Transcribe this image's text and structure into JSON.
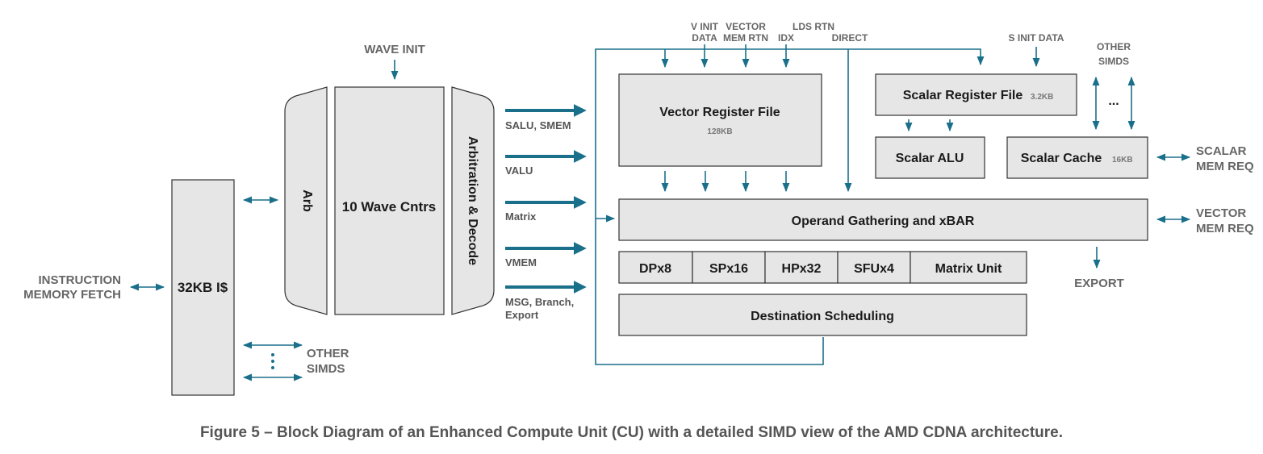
{
  "blocks": {
    "icache": "32KB I$",
    "arb": "Arb",
    "wave_cntrs": "10 Wave Cntrs",
    "arb_decode": "Arbitration & Decode",
    "vrf": "Vector Register File",
    "vrf_size": "128KB",
    "srf": "Scalar Register File",
    "srf_size": "3.2KB",
    "salu": "Scalar ALU",
    "scache": "Scalar Cache",
    "scache_size": "16KB",
    "operand": "Operand Gathering and xBAR",
    "units": [
      "DPx8",
      "SPx16",
      "HPx32",
      "SFUx4",
      "Matrix Unit"
    ],
    "dest_sched": "Destination Scheduling"
  },
  "labels": {
    "instr_fetch": [
      "INSTRUCTION",
      "MEMORY FETCH"
    ],
    "wave_init": "WAVE INIT",
    "other_simds_left": [
      "OTHER",
      "SIMDS"
    ],
    "other_simds_right": [
      "OTHER",
      "SIMDS"
    ],
    "s_init_data": "S INIT DATA",
    "v_init_data": [
      "V INIT",
      "DATA"
    ],
    "vector_mem_rtn": [
      "VECTOR",
      "MEM RTN"
    ],
    "lds_rtn": "LDS RTN",
    "idx": "IDX",
    "direct": "DIRECT",
    "scalar_mem_req": [
      "SCALAR",
      "MEM REQ"
    ],
    "vector_mem_req": [
      "VECTOR",
      "MEM REQ"
    ],
    "export": "EXPORT",
    "ellipsis": "..."
  },
  "signals": [
    "SALU, SMEM",
    "VALU",
    "Matrix",
    "VMEM",
    "MSG, Branch,",
    "Export"
  ],
  "caption": "Figure 5 – Block Diagram of an Enhanced Compute Unit (CU) with a detailed SIMD view of the AMD CDNA architecture.",
  "colors": {
    "line": "#1a6f8a",
    "block_fill": "#e6e6e6",
    "label": "#666666"
  }
}
